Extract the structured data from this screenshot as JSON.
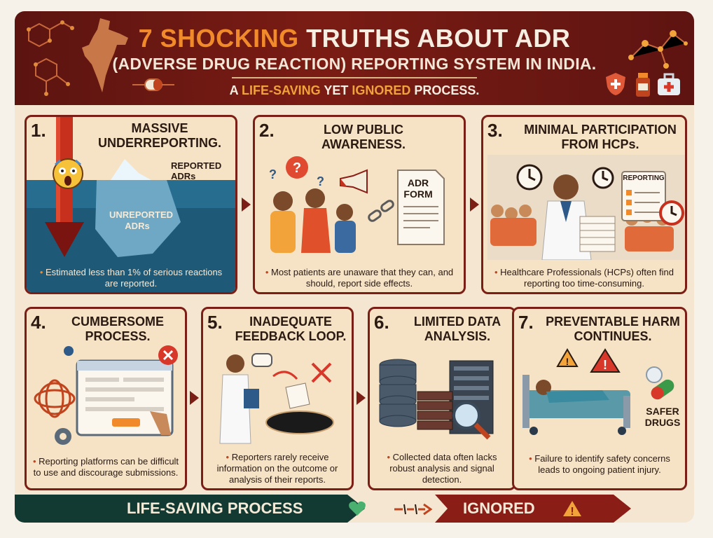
{
  "header": {
    "title_accent": "7 SHOCKING",
    "title_rest": " TRUTHS ABOUT ADR",
    "subtitle": "(ADVERSE DRUG REACTION) REPORTING SYSTEM IN INDIA.",
    "tagline_prefix": "A ",
    "tagline_accent1": "LIFE-SAVING",
    "tagline_mid": " YET ",
    "tagline_accent2": "IGNORED",
    "tagline_suffix": " PROCESS."
  },
  "cards": [
    {
      "num": "1.",
      "title": "MASSIVE UNDERREPORTING.",
      "label_reported": "REPORTED ADRs",
      "label_unreported": "UNREPORTED ADRs",
      "body": "Estimated less than 1% of serious reactions are reported."
    },
    {
      "num": "2.",
      "title": "LOW PUBLIC AWARENESS.",
      "form_label": "ADR FORM",
      "body": "Most patients are unaware that they can, and should, report side effects."
    },
    {
      "num": "3.",
      "title": "MINIMAL PARTICIPATION FROM HCPs.",
      "clipboard_label": "REPORTING",
      "body": "Healthcare Professionals (HCPs) often find reporting too time-consuming."
    },
    {
      "num": "4.",
      "title": "CUMBERSOME PROCESS.",
      "body": "Reporting platforms can be difficult to use and discourage submissions."
    },
    {
      "num": "5.",
      "title": "INADEQUATE FEEDBACK LOOP.",
      "body": "Reporters rarely receive information on the outcome or analysis of their reports."
    },
    {
      "num": "6.",
      "title": "LIMITED DATA ANALYSIS.",
      "body": "Collected data often lacks robust analysis and signal detection."
    },
    {
      "num": "7.",
      "title": "PREVENTABLE HARM CONTINUES.",
      "safer_label": "SAFER DRUGS",
      "body": "Failure to identify safety concerns leads to ongoing patient injury."
    }
  ],
  "footer": {
    "left": "LIFE-SAVING PROCESS",
    "right": "IGNORED"
  },
  "colors": {
    "header_bg": "#6e1913",
    "accent_orange": "#f08a2a",
    "card_border": "#7b1e16",
    "card_bg": "#f6e2c4",
    "footer_green": "#133a32",
    "footer_red": "#8a1d16"
  }
}
